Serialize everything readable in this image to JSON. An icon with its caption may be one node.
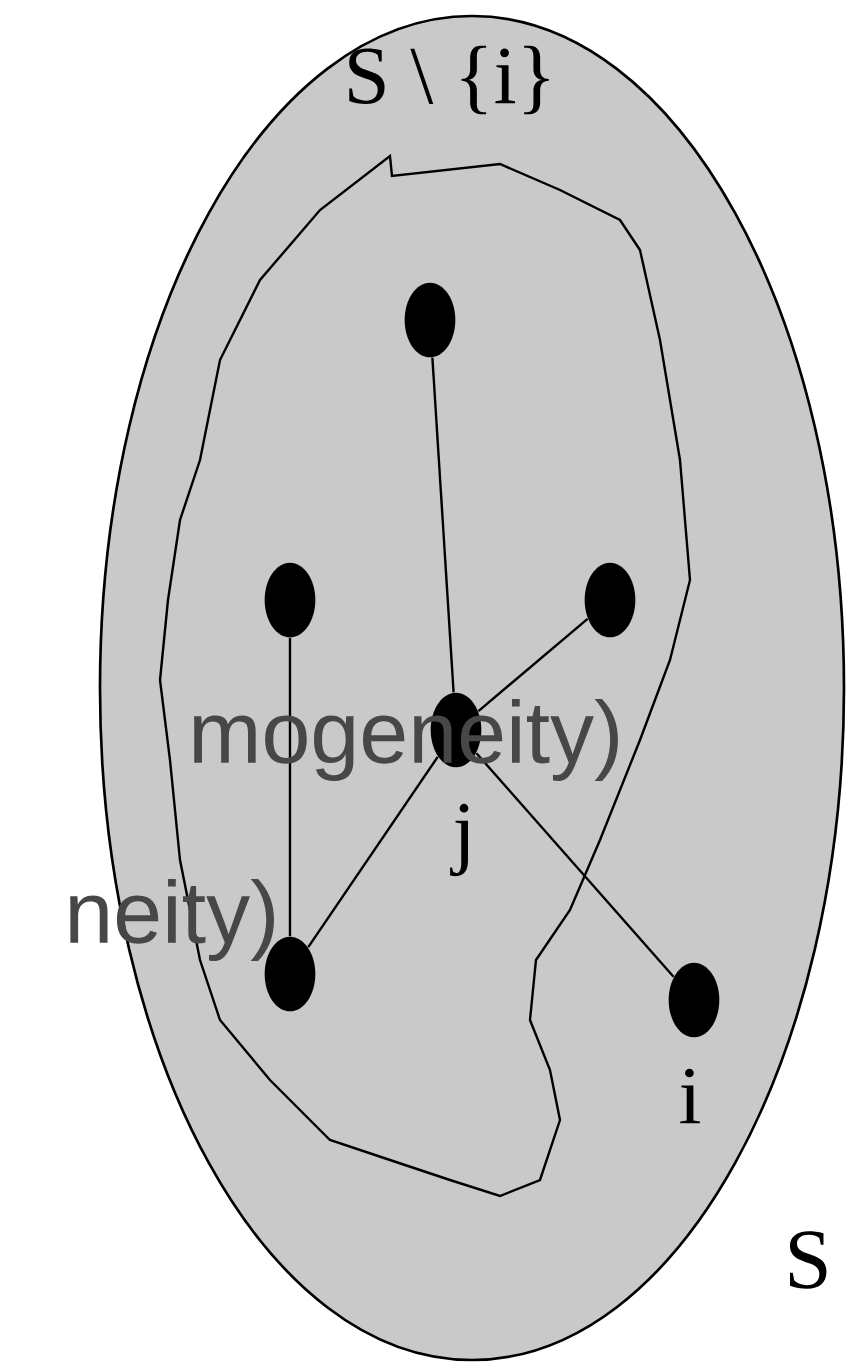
{
  "diagram": {
    "nodes": [
      {
        "text": [
          "S"
        ]
      },
      {
        "text": [
          "S \\ {i}"
        ],
        "in": 0
      },
      {
        "text": [],
        "shape": "circle",
        "in": 1
      },
      {
        "text": [],
        "shape": "circle",
        "in": 1
      },
      {
        "text": [],
        "shape": "circle",
        "in": 1
      },
      {
        "text": [],
        "shape": "circle",
        "in": 1,
        "beside": [
          "j"
        ]
      },
      {
        "text": [],
        "shape": "circle",
        "in": 1
      },
      {
        "text": [],
        "shape": "circle",
        "in": 0,
        "beside": [
          "i"
        ]
      }
    ],
    "edges": [
      {
        "from": 2,
        "to": 5,
        "arrow": "none"
      },
      {
        "from": 3,
        "to": 6,
        "arrow": "none"
      },
      {
        "from": 4,
        "to": 5,
        "arrow": "none"
      },
      {
        "from": 5,
        "to": 6,
        "arrow": "none"
      },
      {
        "from": 5,
        "to": 7,
        "arrow": "none"
      }
    ],
    "labels": [
      "mogeneity)",
      "neity)"
    ]
  }
}
